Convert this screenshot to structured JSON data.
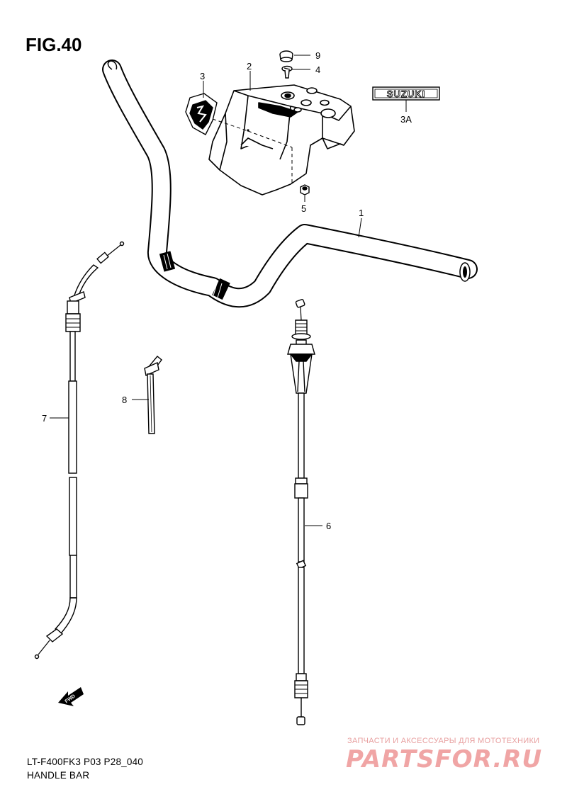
{
  "figure": {
    "title": "FIG.40",
    "model_code": "LT-F400FK3 P03 P28_040",
    "name": "HANDLE BAR"
  },
  "callouts": {
    "c1": "1",
    "c2": "2",
    "c3": "3",
    "c3a": "3A",
    "c4": "4",
    "c5": "5",
    "c6": "6",
    "c7": "7",
    "c8": "8",
    "c9": "9"
  },
  "emblem_text": "SUZUKI",
  "fwd_label": "FWD",
  "watermark": {
    "caption": "ЗАПЧАСТИ И АКСЕССУАРЫ ДЛЯ МОТОТЕХНИКИ",
    "logo": "PARTSFOR.RU"
  }
}
